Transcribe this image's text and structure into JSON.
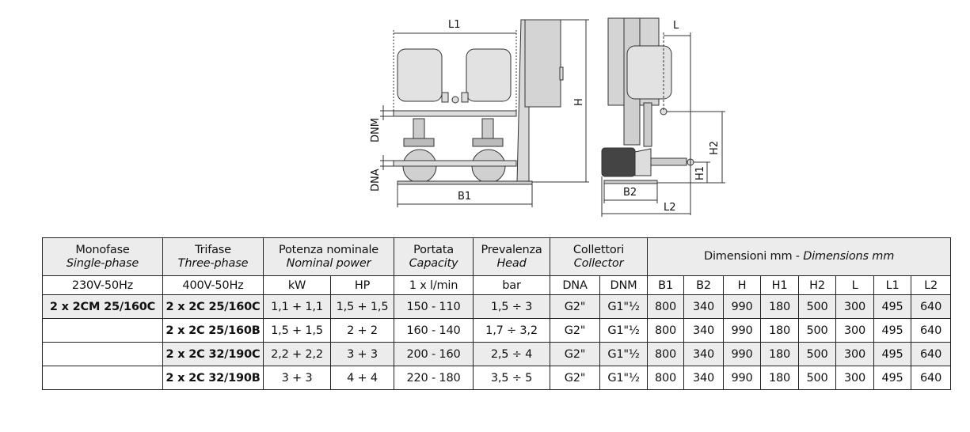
{
  "drawing": {
    "front_labels": {
      "L1": "L1",
      "H": "H",
      "DNM": "DNM",
      "DNA": "DNA",
      "B1": "B1"
    },
    "side_labels": {
      "L": "L",
      "H2": "H2",
      "H1": "H1",
      "B2": "B2",
      "L2": "L2"
    }
  },
  "table": {
    "header": {
      "single_phase": {
        "it": "Monofase",
        "en": "Single-phase"
      },
      "three_phase": {
        "it": "Trifase",
        "en": "Three-phase"
      },
      "power": {
        "it": "Potenza nominale",
        "en": "Nominal power"
      },
      "capacity": {
        "it": "Portata",
        "en": "Capacity"
      },
      "head": {
        "it": "Prevalenza",
        "en": "Head"
      },
      "collector": {
        "it": "Collettori",
        "en": "Collector"
      },
      "dimensions": {
        "it": "Dimensioni mm - ",
        "en": "Dimensions mm"
      }
    },
    "units": [
      "230V-50Hz",
      "400V-50Hz",
      "kW",
      "HP",
      "1 x l/min",
      "bar",
      "DNA",
      "DNM",
      "B1",
      "B2",
      "H",
      "H1",
      "H2",
      "L",
      "L1",
      "L2"
    ],
    "rows": [
      [
        "2 x 2CM 25/160C",
        "2 x 2C 25/160C",
        "1,1 + 1,1",
        "1,5 + 1,5",
        "150 - 110",
        "1,5 ÷ 3",
        "G2\"",
        "G1\"½",
        "800",
        "340",
        "990",
        "180",
        "500",
        "300",
        "495",
        "640"
      ],
      [
        "",
        "2 x 2C 25/160B",
        "1,5 + 1,5",
        "2 + 2",
        "160 - 140",
        "1,7 ÷ 3,2",
        "G2\"",
        "G1\"½",
        "800",
        "340",
        "990",
        "180",
        "500",
        "300",
        "495",
        "640"
      ],
      [
        "",
        "2 x 2C 32/190C",
        "2,2 + 2,2",
        "3 + 3",
        "200 - 160",
        "2,5 ÷ 4",
        "G2\"",
        "G1\"½",
        "800",
        "340",
        "990",
        "180",
        "500",
        "300",
        "495",
        "640"
      ],
      [
        "",
        "2 x 2C 32/190B",
        "3 + 3",
        "4 + 4",
        "220 - 180",
        "3,5 ÷ 5",
        "G2\"",
        "G1\"½",
        "800",
        "340",
        "990",
        "180",
        "500",
        "300",
        "495",
        "640"
      ]
    ]
  }
}
